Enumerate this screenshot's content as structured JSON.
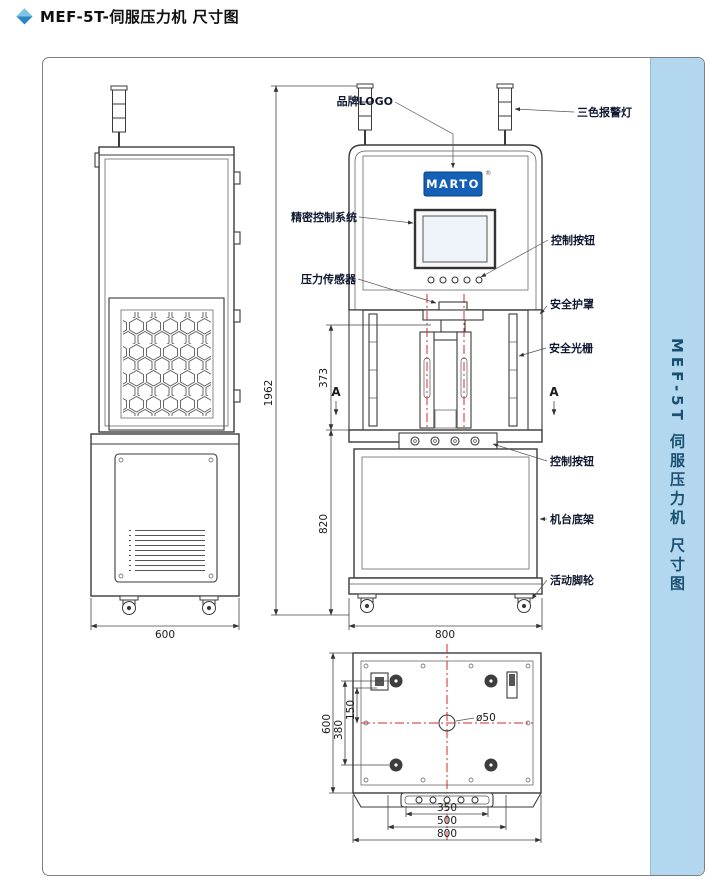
{
  "page": {
    "title": "MEF-5T-伺服压力机 尺寸图"
  },
  "sidebar": {
    "vertical_title": "MEF-5T 伺服压力机 尺寸图"
  },
  "brand": {
    "name": "MARTO",
    "registered": "®"
  },
  "labels": {
    "brand_logo": "品牌LOGO",
    "alarm_light": "三色报警灯",
    "control_system": "精密控制系统",
    "control_button_top": "控制按钮",
    "pressure_sensor": "压力传感器",
    "safety_cover": "安全护罩",
    "safety_curtain": "安全光栅",
    "control_button_bottom": "控制按钮",
    "machine_base": "机台底架",
    "caster": "活动脚轮"
  },
  "dimensions": {
    "overall_height": "1962",
    "stroke_zone": "373",
    "table_height": "820",
    "front_width": "800",
    "side_depth": "600",
    "top_depth": "600",
    "top_380": "380",
    "top_150": "150",
    "top_350": "350",
    "top_500": "500",
    "top_width": "800",
    "hole_diameter": "ø50"
  },
  "section": {
    "mark": "A"
  }
}
